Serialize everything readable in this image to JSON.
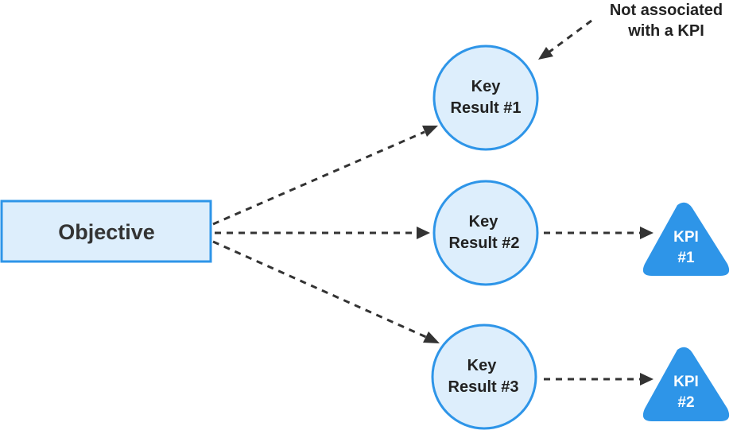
{
  "colors": {
    "box_fill": "#ddeefc",
    "box_stroke": "#2e95e8",
    "kpi_fill": "#2e95e8",
    "edge": "#333333",
    "text_dark": "#222222",
    "text_light": "#ffffff"
  },
  "objective": {
    "label": "Objective"
  },
  "key_results": [
    {
      "line1": "Key",
      "line2": "Result #1"
    },
    {
      "line1": "Key",
      "line2": "Result #2"
    },
    {
      "line1": "Key",
      "line2": "Result #3"
    }
  ],
  "kpis": [
    {
      "line1": "KPI",
      "line2": "#1"
    },
    {
      "line1": "KPI",
      "line2": "#2"
    }
  ],
  "note": {
    "line1": "Not associated",
    "line2": "with a KPI"
  }
}
